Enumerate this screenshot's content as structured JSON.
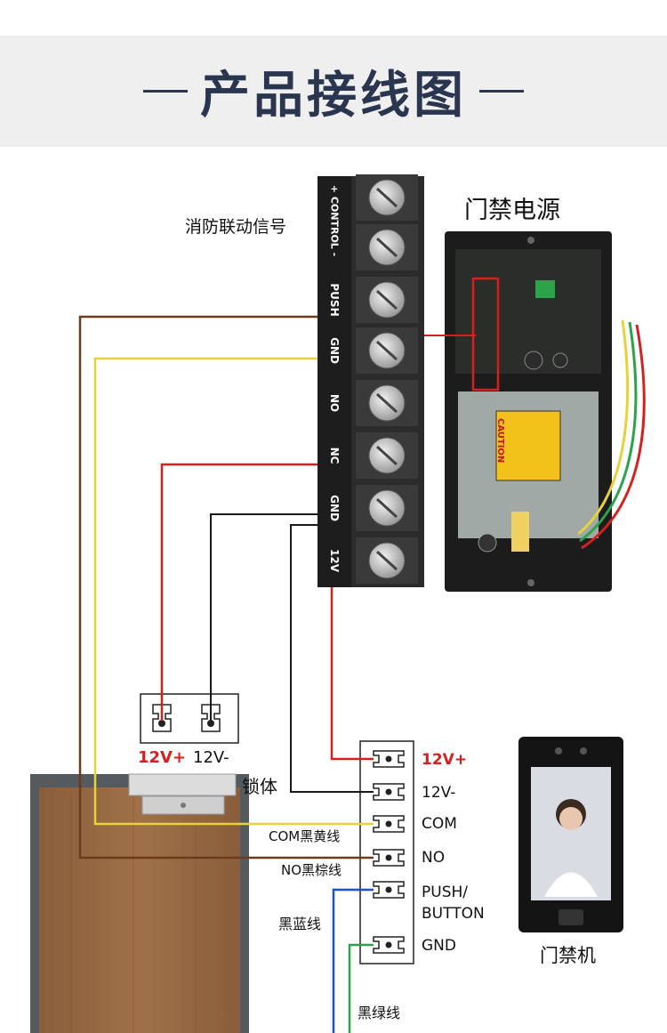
{
  "header": {
    "title": "产品接线图"
  },
  "labels": {
    "fire_signal": "消防联动信号",
    "power_supply": "门禁电源",
    "lock_body": "锁体",
    "access_device": "门禁机",
    "com_wire": "COM黑黄线",
    "no_wire": "NO黑棕线",
    "blue_wire": "黑蓝线",
    "green_wire": "黑绿线"
  },
  "terminal_block": {
    "labels": [
      "+ CONTROL -",
      "PUSH",
      "GND",
      "NO",
      "NC",
      "GND",
      "12V"
    ]
  },
  "lock_terminals": {
    "plus": "12V+",
    "minus": "12V-"
  },
  "device_terminals": [
    "12V+",
    "12V-",
    "COM",
    "NO",
    "PUSH/\nBUTTON",
    "GND"
  ],
  "caution_label": "CAUTION",
  "colors": {
    "red": "#d62020",
    "yellow": "#e8d23a",
    "brown": "#6b3a1f",
    "black": "#1a1a1a",
    "blue": "#1f4fd6",
    "green": "#2aa34a",
    "title": "#2a3550"
  }
}
